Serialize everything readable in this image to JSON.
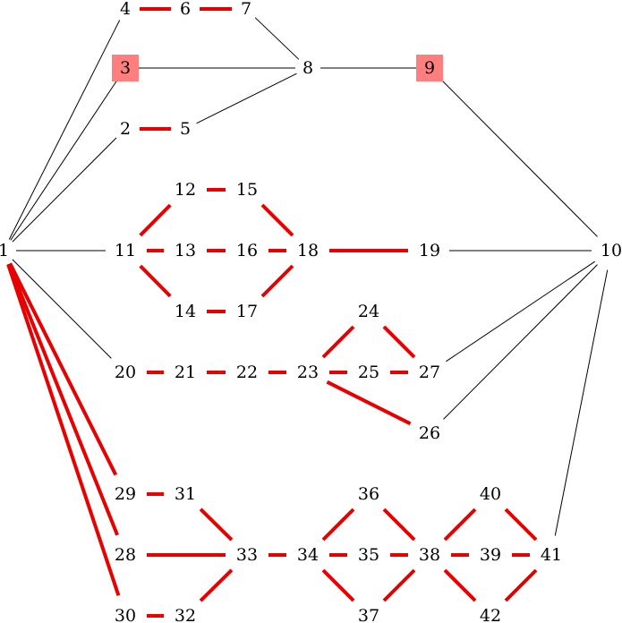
{
  "colors": {
    "thin_edge": "#000000",
    "thick_edge": "#e60000",
    "highlight_box": "#ff7f7f"
  },
  "nodes": [
    {
      "id": "1",
      "label": "1",
      "highlight": false
    },
    {
      "id": "2",
      "label": "2",
      "highlight": false
    },
    {
      "id": "3",
      "label": "3",
      "highlight": true
    },
    {
      "id": "4",
      "label": "4",
      "highlight": false
    },
    {
      "id": "5",
      "label": "5",
      "highlight": false
    },
    {
      "id": "6",
      "label": "6",
      "highlight": false
    },
    {
      "id": "7",
      "label": "7",
      "highlight": false
    },
    {
      "id": "8",
      "label": "8",
      "highlight": false
    },
    {
      "id": "9",
      "label": "9",
      "highlight": true
    },
    {
      "id": "10",
      "label": "10",
      "highlight": false
    },
    {
      "id": "11",
      "label": "11",
      "highlight": false
    },
    {
      "id": "12",
      "label": "12",
      "highlight": false
    },
    {
      "id": "13",
      "label": "13",
      "highlight": false
    },
    {
      "id": "14",
      "label": "14",
      "highlight": false
    },
    {
      "id": "15",
      "label": "15",
      "highlight": false
    },
    {
      "id": "16",
      "label": "16",
      "highlight": false
    },
    {
      "id": "17",
      "label": "17",
      "highlight": false
    },
    {
      "id": "18",
      "label": "18",
      "highlight": false
    },
    {
      "id": "19",
      "label": "19",
      "highlight": false
    },
    {
      "id": "20",
      "label": "20",
      "highlight": false
    },
    {
      "id": "21",
      "label": "21",
      "highlight": false
    },
    {
      "id": "22",
      "label": "22",
      "highlight": false
    },
    {
      "id": "23",
      "label": "23",
      "highlight": false
    },
    {
      "id": "24",
      "label": "24",
      "highlight": false
    },
    {
      "id": "25",
      "label": "25",
      "highlight": false
    },
    {
      "id": "26",
      "label": "26",
      "highlight": false
    },
    {
      "id": "27",
      "label": "27",
      "highlight": false
    },
    {
      "id": "28",
      "label": "28",
      "highlight": false
    },
    {
      "id": "29",
      "label": "29",
      "highlight": false
    },
    {
      "id": "30",
      "label": "30",
      "highlight": false
    },
    {
      "id": "31",
      "label": "31",
      "highlight": false
    },
    {
      "id": "32",
      "label": "32",
      "highlight": false
    },
    {
      "id": "33",
      "label": "33",
      "highlight": false
    },
    {
      "id": "34",
      "label": "34",
      "highlight": false
    },
    {
      "id": "35",
      "label": "35",
      "highlight": false
    },
    {
      "id": "36",
      "label": "36",
      "highlight": false
    },
    {
      "id": "37",
      "label": "37",
      "highlight": false
    },
    {
      "id": "38",
      "label": "38",
      "highlight": false
    },
    {
      "id": "39",
      "label": "39",
      "highlight": false
    },
    {
      "id": "40",
      "label": "40",
      "highlight": false
    },
    {
      "id": "41",
      "label": "41",
      "highlight": false
    },
    {
      "id": "42",
      "label": "42",
      "highlight": false
    }
  ],
  "edges": [
    {
      "from": "1",
      "to": "4",
      "style": "thin"
    },
    {
      "from": "1",
      "to": "3",
      "style": "thin"
    },
    {
      "from": "1",
      "to": "2",
      "style": "thin"
    },
    {
      "from": "1",
      "to": "11",
      "style": "thin"
    },
    {
      "from": "1",
      "to": "20",
      "style": "thin"
    },
    {
      "from": "1",
      "to": "29",
      "style": "thick"
    },
    {
      "from": "1",
      "to": "28",
      "style": "thick"
    },
    {
      "from": "1",
      "to": "30",
      "style": "thick"
    },
    {
      "from": "4",
      "to": "6",
      "style": "thick"
    },
    {
      "from": "6",
      "to": "7",
      "style": "thick"
    },
    {
      "from": "7",
      "to": "8",
      "style": "thin"
    },
    {
      "from": "3",
      "to": "8",
      "style": "thin"
    },
    {
      "from": "2",
      "to": "5",
      "style": "thick"
    },
    {
      "from": "5",
      "to": "8",
      "style": "thin"
    },
    {
      "from": "8",
      "to": "9",
      "style": "thin"
    },
    {
      "from": "9",
      "to": "10",
      "style": "thin"
    },
    {
      "from": "11",
      "to": "12",
      "style": "thick"
    },
    {
      "from": "11",
      "to": "13",
      "style": "thick"
    },
    {
      "from": "11",
      "to": "14",
      "style": "thick"
    },
    {
      "from": "12",
      "to": "15",
      "style": "thick"
    },
    {
      "from": "13",
      "to": "16",
      "style": "thick"
    },
    {
      "from": "14",
      "to": "17",
      "style": "thick"
    },
    {
      "from": "15",
      "to": "18",
      "style": "thick"
    },
    {
      "from": "16",
      "to": "18",
      "style": "thick"
    },
    {
      "from": "17",
      "to": "18",
      "style": "thick"
    },
    {
      "from": "18",
      "to": "19",
      "style": "thick"
    },
    {
      "from": "19",
      "to": "10",
      "style": "thin"
    },
    {
      "from": "20",
      "to": "21",
      "style": "thick"
    },
    {
      "from": "21",
      "to": "22",
      "style": "thick"
    },
    {
      "from": "22",
      "to": "23",
      "style": "thick"
    },
    {
      "from": "23",
      "to": "24",
      "style": "thick"
    },
    {
      "from": "23",
      "to": "25",
      "style": "thick"
    },
    {
      "from": "23",
      "to": "26",
      "style": "thick"
    },
    {
      "from": "24",
      "to": "27",
      "style": "thick"
    },
    {
      "from": "25",
      "to": "27",
      "style": "thick"
    },
    {
      "from": "27",
      "to": "10",
      "style": "thin"
    },
    {
      "from": "26",
      "to": "10",
      "style": "thin"
    },
    {
      "from": "29",
      "to": "31",
      "style": "thick"
    },
    {
      "from": "30",
      "to": "32",
      "style": "thick"
    },
    {
      "from": "28",
      "to": "33",
      "style": "thick"
    },
    {
      "from": "31",
      "to": "33",
      "style": "thick"
    },
    {
      "from": "32",
      "to": "33",
      "style": "thick"
    },
    {
      "from": "33",
      "to": "34",
      "style": "thick"
    },
    {
      "from": "34",
      "to": "36",
      "style": "thick"
    },
    {
      "from": "34",
      "to": "35",
      "style": "thick"
    },
    {
      "from": "34",
      "to": "37",
      "style": "thick"
    },
    {
      "from": "36",
      "to": "38",
      "style": "thick"
    },
    {
      "from": "35",
      "to": "38",
      "style": "thick"
    },
    {
      "from": "37",
      "to": "38",
      "style": "thick"
    },
    {
      "from": "38",
      "to": "40",
      "style": "thick"
    },
    {
      "from": "38",
      "to": "39",
      "style": "thick"
    },
    {
      "from": "38",
      "to": "42",
      "style": "thick"
    },
    {
      "from": "40",
      "to": "41",
      "style": "thick"
    },
    {
      "from": "39",
      "to": "41",
      "style": "thick"
    },
    {
      "from": "42",
      "to": "41",
      "style": "thick"
    },
    {
      "from": "41",
      "to": "10",
      "style": "thin"
    }
  ]
}
